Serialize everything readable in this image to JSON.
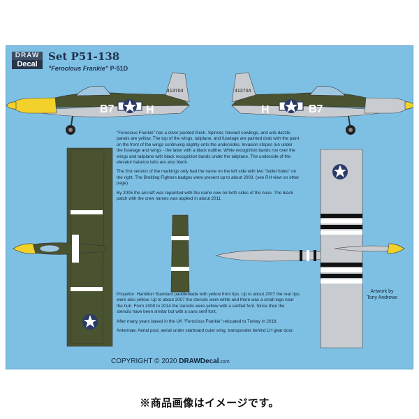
{
  "header": {
    "logo_top": "DRAW",
    "logo_bottom": "Decal",
    "set_title": "Set P51-138",
    "subtitle_name": "\"Ferocious Frankie\"",
    "subtitle_model": "P-51D"
  },
  "aircraft": {
    "serial_left": "413704",
    "serial_right": "413704",
    "code_left_a": "B7",
    "code_left_b": "H",
    "code_right_a": "H",
    "code_right_b": "B7"
  },
  "description": [
    "\"Ferocious Frankie\" has a silver painted finish. Spinner, forward cowlings, and anti-dazzle panels are yellow. The top of the wings, tailplane, and fuselage are painted drab with the paint on the front of the wings continuing slightly onto the undersides. Invasion stripes run under the fuselage and wings - the latter with a black outline. White recognition bands run over the wings and tailplane with black recognition bands under the tailplane. The underside of the elevator balance tabs are also black.",
    "The first version of the markings only had the name on the left side with two \"bullet holes\" on the right. The Breitling Fighters badges were present up to about 2003. (see RH view on other page)",
    "By 2005 the aircraft was repainted with the name now on both sides of the nose. The black patch with the crew names was applied in about 2011"
  ],
  "notes": [
    "Propellor: Hamilton Standard paddleblade with yellow front tips. Up to about 2007 the rear tips were also yellow. Up to about 2007 the stencils were white and there was a small logo near the hub. From 2008 to 2014 the stencils were yellow with a serifed font. Since then the stencils have been similar but with a sans serif font.",
    "After many years based in the UK \"Ferocious Frankie\" relocated to Turkey in 2018.",
    "Antennae: Aerial post, aerial under starboard outer wing, transponder behind LH gear door."
  ],
  "credit": {
    "line1": "Artwork by",
    "line2": "Tony Andrews"
  },
  "footer": {
    "copyright_prefix": "COPYRIGHT © 2020",
    "brand": "DRAWDecal",
    "domain": ".com"
  },
  "caption": "※商品画像はイメージです。",
  "colors": {
    "sheet_bg": "#7ec0e4",
    "olive_drab": "#4a5330",
    "yellow": "#f2d22a",
    "silver": "#c8ccd0",
    "insignia_blue": "#2a3a6a"
  }
}
